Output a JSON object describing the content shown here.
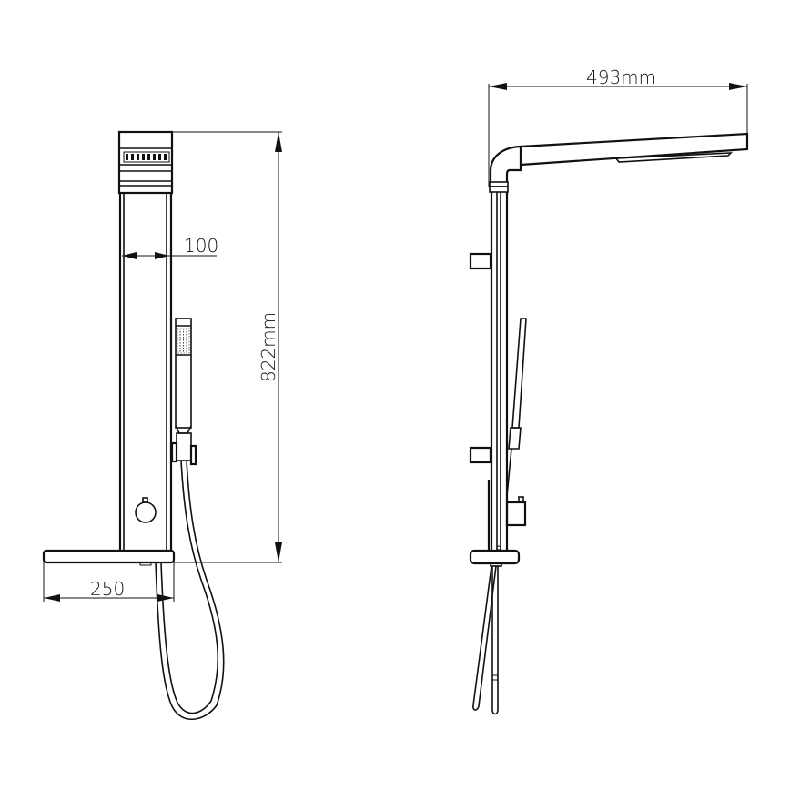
{
  "drawing": {
    "front_view": {
      "dimensions": {
        "height_label": "822mm",
        "width_label": "100",
        "shelf_label": "250"
      }
    },
    "side_view": {
      "dimensions": {
        "arm_length_label": "493mm"
      }
    },
    "colors": {
      "line": "#111111",
      "background": "#ffffff"
    }
  }
}
